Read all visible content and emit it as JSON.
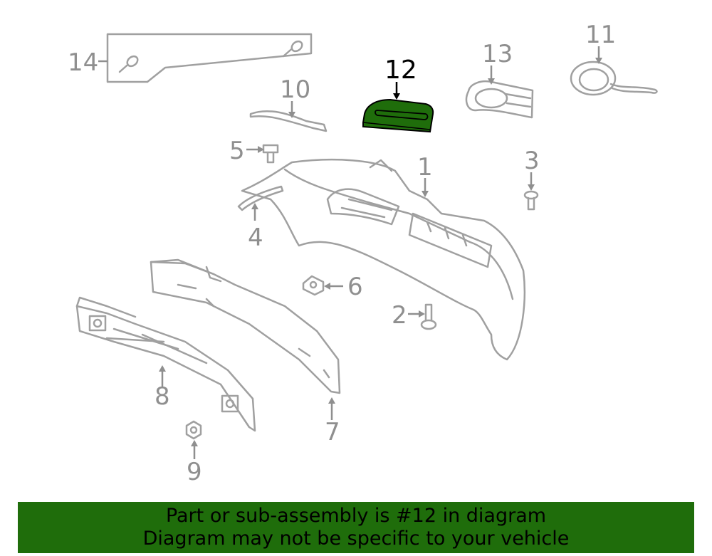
{
  "diagram": {
    "callouts": {
      "c1": "1",
      "c2": "2",
      "c3": "3",
      "c4": "4",
      "c5": "5",
      "c6": "6",
      "c7": "7",
      "c8": "8",
      "c9": "9",
      "c10": "10",
      "c11": "11",
      "c12": "12",
      "c13": "13",
      "c14": "14"
    },
    "highlighted_part": "12",
    "highlight_color": "#1f6d0b",
    "line_color": "#a0a0a0"
  },
  "banner": {
    "line1": "Part or sub-assembly is #12 in diagram",
    "line2": "Diagram may not be specific to your vehicle",
    "background": "#1f6d0b"
  }
}
